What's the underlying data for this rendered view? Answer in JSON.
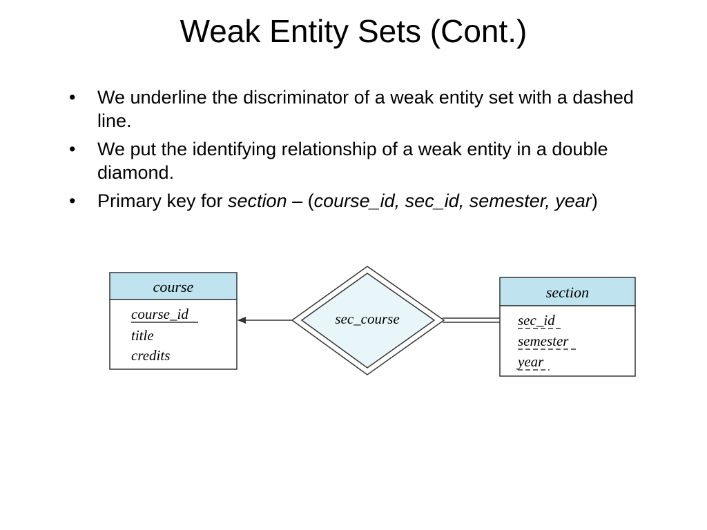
{
  "slide": {
    "title": "Weak Entity Sets (Cont.)",
    "bullets": [
      {
        "text": "We underline the discriminator of a weak entity set with a dashed line."
      },
      {
        "text": "We put the identifying relationship of a weak entity in a double diamond."
      },
      {
        "prefix": "Primary key for ",
        "em1": "section",
        "mid": " – (",
        "em2": "course_id, sec_id, semester, year",
        "suffix": ")"
      }
    ],
    "bullet_glyph": "•"
  },
  "diagram": {
    "colors": {
      "header": "#bfe4ef",
      "diamond_fill": "#e8f6fa",
      "stroke": "#333333"
    },
    "entity_course": {
      "name": "course",
      "attributes": [
        {
          "label": "course_id",
          "key": "solid"
        },
        {
          "label": "title",
          "key": "none"
        },
        {
          "label": "credits",
          "key": "none"
        }
      ]
    },
    "entity_section": {
      "name": "section",
      "attributes": [
        {
          "label": "sec_id",
          "key": "dashed"
        },
        {
          "label": "semester",
          "key": "dashed"
        },
        {
          "label": "year",
          "key": "dashed"
        }
      ]
    },
    "relationship": {
      "name": "sec_course",
      "type": "identifying"
    }
  }
}
